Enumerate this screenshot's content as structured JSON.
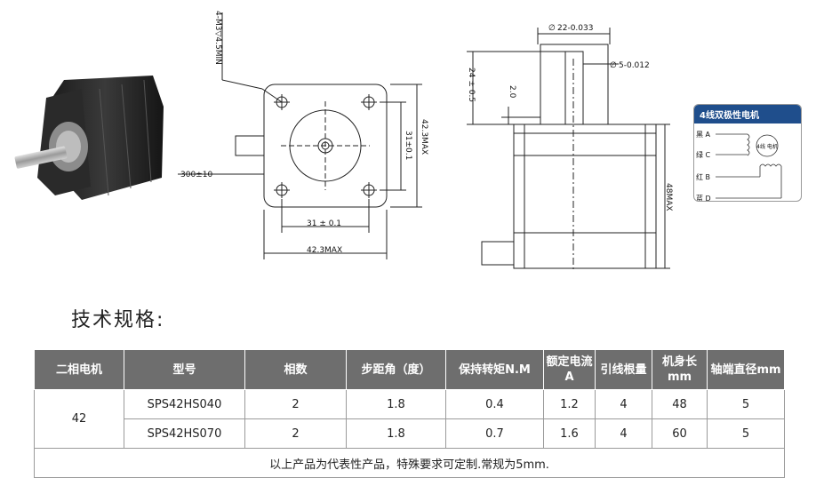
{
  "dims": {
    "mount_holes": "4-M3▽4.5MIN",
    "lead_length": "300±10",
    "hole_spacing_vertical": "31±0.1",
    "hole_spacing_horizontal": "31 ± 0.1",
    "body_width_vertical": "42.3MAX",
    "body_width_horizontal": "42.3MAX",
    "boss_diameter": "22-0.033",
    "shaft_diameter": "5-0.012",
    "shaft_length": "24 ± 0.5",
    "boss_height": "2.0",
    "body_length": "48MAX",
    "diameter_symbol": "∅"
  },
  "wiring": {
    "title": "4线双极性电机",
    "leads": [
      "黑 A",
      "绿 C",
      "红 B",
      "蓝 D"
    ],
    "motor_label": "4线 电机"
  },
  "heading": "技术规格:",
  "table": {
    "headers": [
      "二相电机",
      "型号",
      "相数",
      "步距角（度）",
      "保持转矩N.M",
      "额定电流A",
      "引线根量",
      "机身长mm",
      "轴端直径mm"
    ],
    "group_label": "42",
    "rows": [
      [
        "SPS42HS040",
        "2",
        "1.8",
        "0.4",
        "1.2",
        "4",
        "48",
        "5"
      ],
      [
        "SPS42HS070",
        "2",
        "1.8",
        "0.7",
        "1.6",
        "4",
        "60",
        "5"
      ]
    ],
    "note": "以上产品为代表性产品，特殊要求可定制.常规为5mm."
  }
}
